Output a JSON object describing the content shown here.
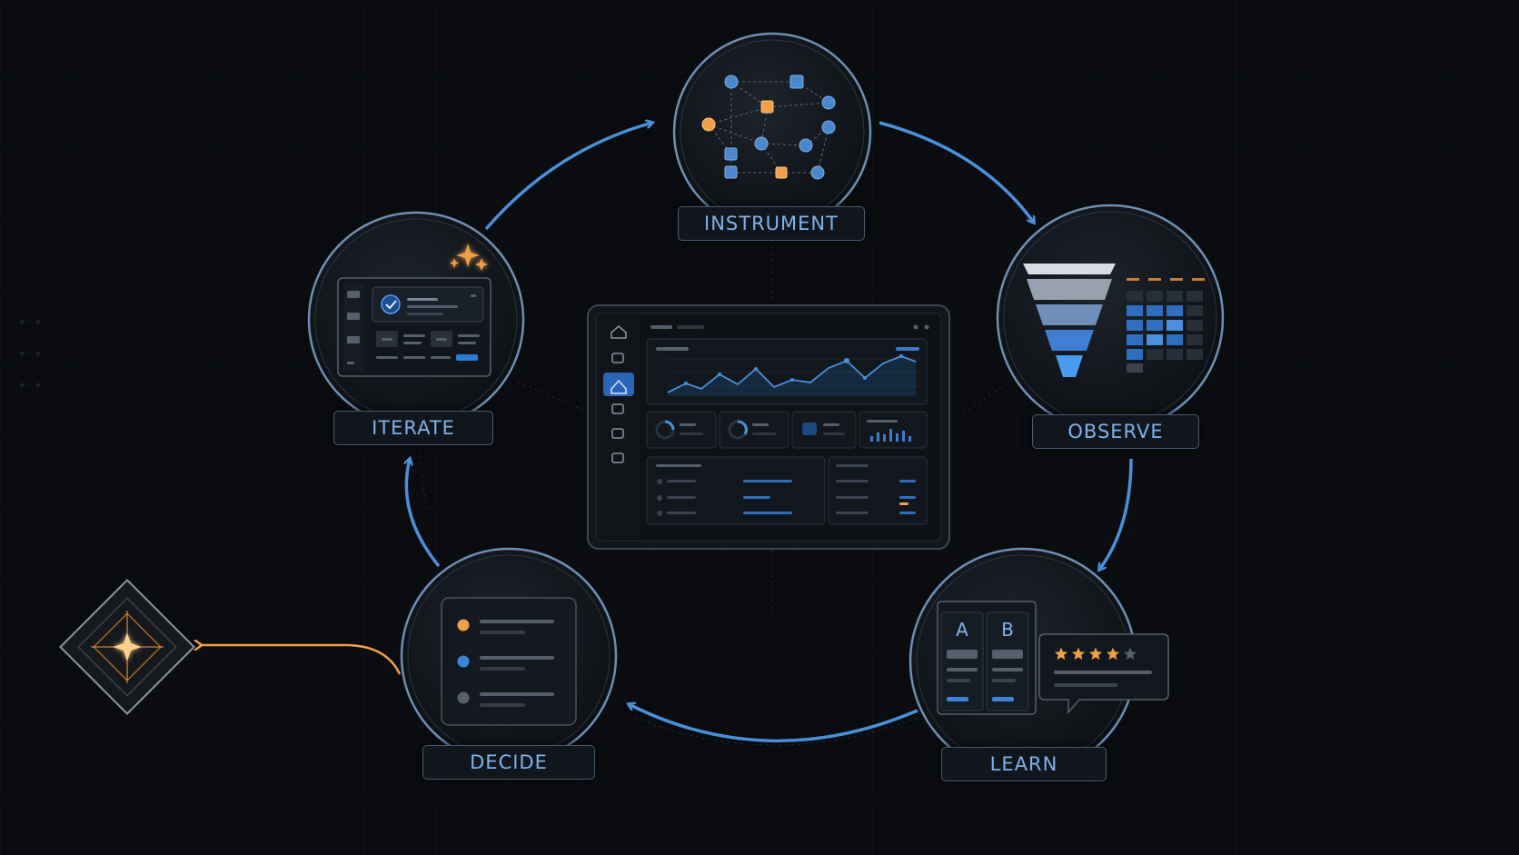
{
  "colors": {
    "background": "#0a0c10",
    "accent_blue": "#4a90d9",
    "accent_orange": "#f0a04a",
    "ring": "#6f8fb5",
    "label_text": "#7fb2ea"
  },
  "cycle": {
    "nodes": [
      {
        "id": "instrument",
        "label": "INSTRUMENT",
        "icon": "node-graph-icon"
      },
      {
        "id": "observe",
        "label": "OBSERVE",
        "icon": "funnel-heatmap-icon"
      },
      {
        "id": "learn",
        "label": "LEARN",
        "icon": "ab-test-rating-icon"
      },
      {
        "id": "decide",
        "label": "DECIDE",
        "icon": "option-list-icon"
      },
      {
        "id": "iterate",
        "label": "ITERATE",
        "icon": "checked-ui-sparkle-icon"
      }
    ]
  },
  "center": {
    "icon": "analytics-dashboard-icon"
  },
  "outcome": {
    "icon": "diamond-star-icon"
  },
  "learn_rating": {
    "stars_filled": 4,
    "stars_total": 5,
    "variants": [
      "A",
      "B"
    ]
  }
}
